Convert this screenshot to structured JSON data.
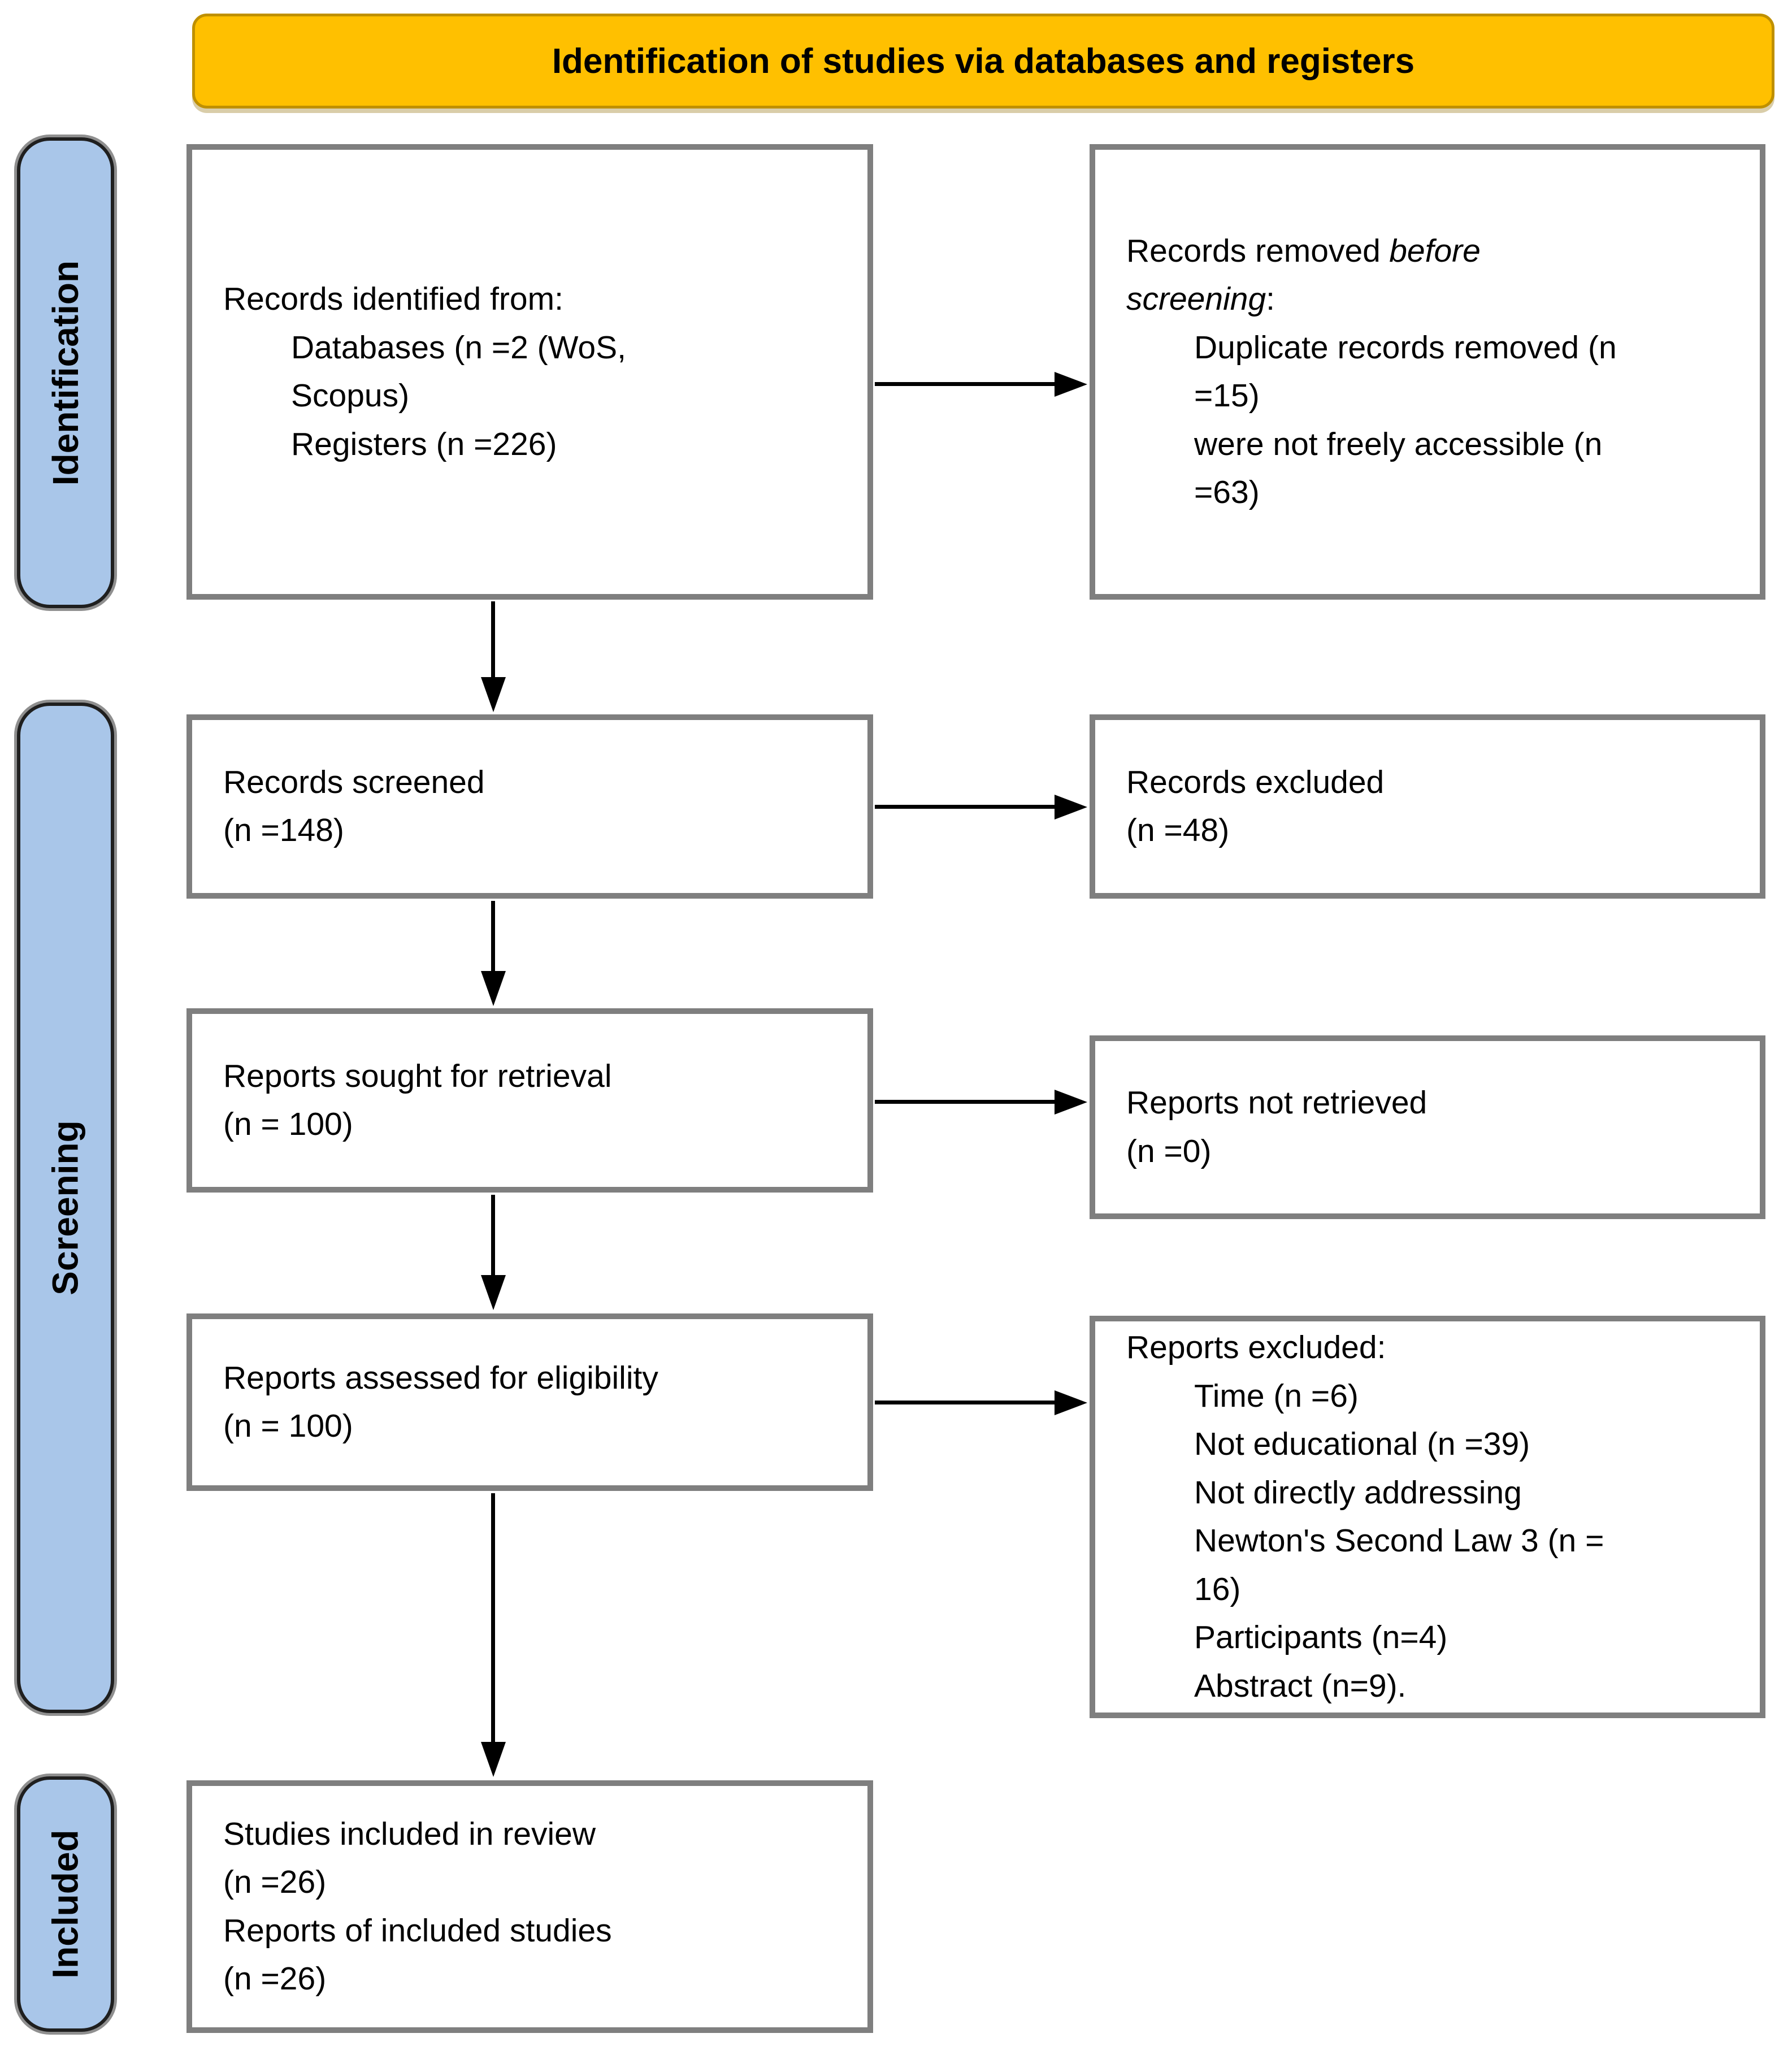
{
  "header": {
    "title": "Identification of studies via databases and registers"
  },
  "sidebar": {
    "items": [
      {
        "label": "Identification"
      },
      {
        "label": "Screening"
      },
      {
        "label": "Included"
      }
    ]
  },
  "colors": {
    "banner_fill": "#FFC000",
    "banner_border": "#BF9000",
    "stage_fill": "#A9C6E9",
    "stage_border": "#1F1F1F",
    "box_border": "#7F7F7F",
    "arrow": "#000000",
    "text": "#000000"
  },
  "boxes": {
    "records_identified": {
      "lines": [
        "Records identified from:",
        "Databases (n =2 (WoS,",
        "Scopus)",
        "Registers (n =226)"
      ]
    },
    "records_removed": {
      "line1_text": "Records removed",
      "line1_italic": "before",
      "line2_italic": "screening",
      "line2_colon": ":",
      "lines": [
        "Duplicate records removed (n",
        "=15)",
        "were not freely accessible (n",
        "=63)"
      ]
    },
    "records_screened": {
      "lines": [
        "Records screened",
        "(n =148)"
      ]
    },
    "records_excluded": {
      "lines": [
        "Records excluded",
        "(n =48)"
      ]
    },
    "reports_sought": {
      "lines": [
        "Reports sought for retrieval",
        "(n = 100)"
      ]
    },
    "reports_not_retrieved": {
      "lines": [
        "Reports not retrieved",
        "(n =0)"
      ]
    },
    "reports_assessed": {
      "lines": [
        "Reports assessed for eligibility",
        "(n = 100)"
      ]
    },
    "reports_excluded": {
      "lines": [
        "Reports excluded:",
        "Time (n =6)",
        "Not educational (n =39)",
        "Not directly addressing",
        "Newton's Second Law 3 (n =",
        "16)",
        "Participants (n=4)",
        "Abstract (n=9)."
      ]
    },
    "studies_included": {
      "lines": [
        "Studies included in review",
        "(n =26)",
        "Reports of included studies",
        "(n =26)"
      ]
    }
  }
}
